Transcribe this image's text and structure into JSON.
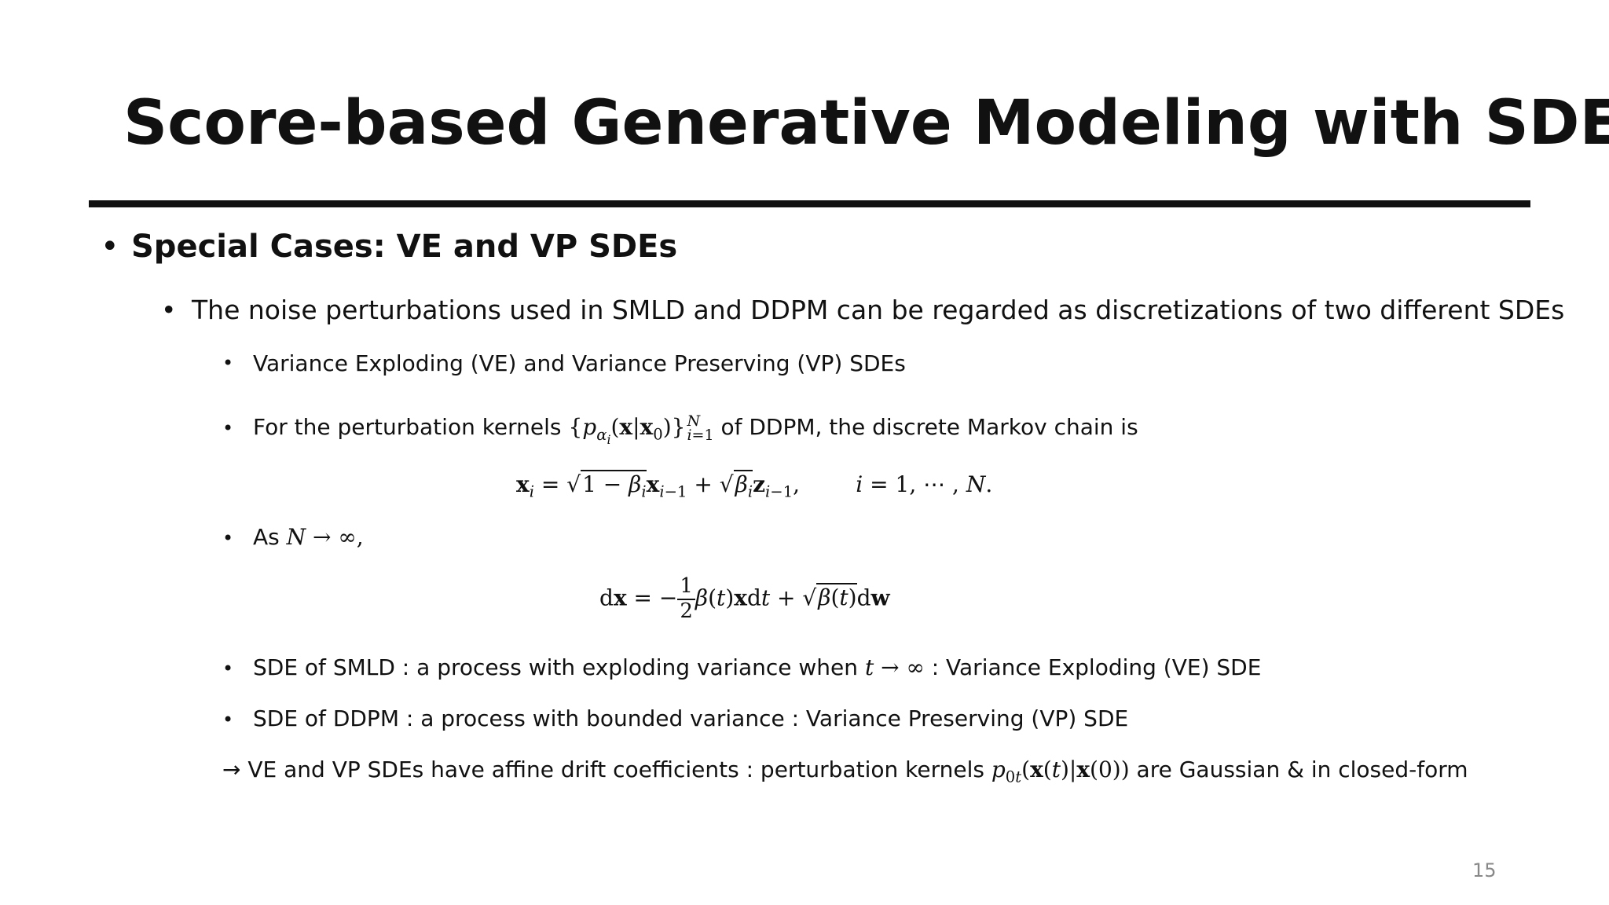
{
  "title": "Score-based Generative Modeling with SDEs",
  "bullet_char": "•",
  "section": {
    "heading": "Special Cases: VE and VP SDEs",
    "point": "The noise perturbations used in SMLD and DDPM can be regarded as discretizations of two different SDEs",
    "sub1": "Variance Exploding (VE) and Variance Preserving (VP) SDEs",
    "sub2_before": "For the perturbation kernels",
    "sub2_after": "of DDPM, the discrete Markov chain is",
    "sub3_prefix": "As",
    "sub4_pre": "SDE of SMLD : a process with exploding variance when",
    "sub4_post": ": Variance Exploding (VE) SDE",
    "sub5": "SDE of DDPM : a process with bounded variance : Variance Preserving (VP) SDE",
    "arrow": "→",
    "conclusion_pre": "VE and VP SDEs have affine drift coefficients : perturbation kernels",
    "conclusion_post": "are Gaussian & in closed-form"
  },
  "page_number": "15"
}
